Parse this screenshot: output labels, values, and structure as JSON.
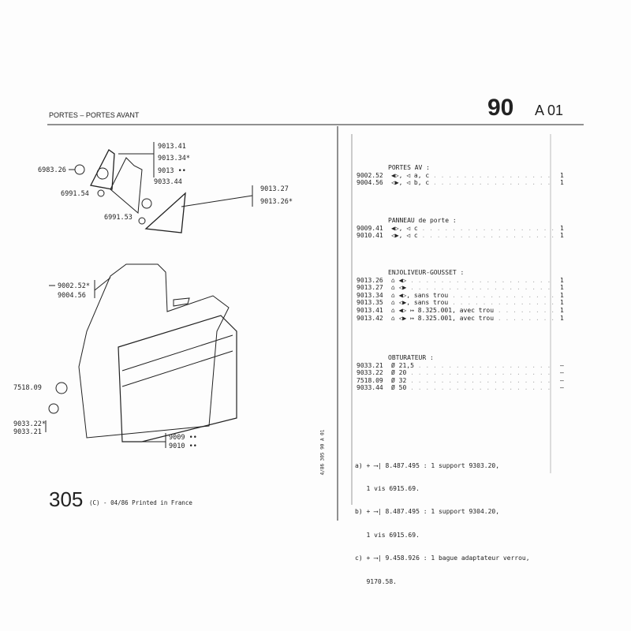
{
  "header": {
    "title": "PORTES – PORTES AVANT",
    "group": "90",
    "subgroup": "A 01"
  },
  "diagram": {
    "labels": [
      "9013.41",
      "9013.34*",
      "9013 ••",
      "6983.26",
      "9033.44",
      "6991.54",
      "6991.53",
      "9013.27",
      "9013.26*",
      "9002.52*",
      "9004.56",
      "7518.09",
      "9033.22*",
      "9033.21",
      "9009 ••",
      "9010 ••"
    ]
  },
  "sections": [
    {
      "title": "PORTES AV :",
      "rows": [
        {
          "code": "9002.52",
          "desc": "◀▷, ◁ a, c",
          "qty": "1"
        },
        {
          "code": "9004.56",
          "desc": "◁▶, ◁ b, c",
          "qty": "1"
        }
      ]
    },
    {
      "title": "PANNEAU de porte :",
      "rows": [
        {
          "code": "9009.41",
          "desc": "◀▷, ◁ c",
          "qty": "1"
        },
        {
          "code": "9010.41",
          "desc": "◁▶, ◁ c",
          "qty": "1"
        }
      ]
    },
    {
      "title": "ENJOLIVEUR-GOUSSET :",
      "rows": [
        {
          "code": "9013.26",
          "desc": "⌂ ◀▷",
          "qty": "1"
        },
        {
          "code": "9013.27",
          "desc": "⌂ ◁▶",
          "qty": "1"
        },
        {
          "code": "9013.34",
          "desc": "⌂ ◀▷, sans trou",
          "qty": "1"
        },
        {
          "code": "9013.35",
          "desc": "⌂ ◁▶, sans trou",
          "qty": "1"
        },
        {
          "code": "9013.41",
          "desc": "⌂ ◀▷ ↦ 8.325.001, avec trou",
          "qty": "1"
        },
        {
          "code": "9013.42",
          "desc": "⌂ ◁▶ ↦ 8.325.001, avec trou",
          "qty": "1"
        }
      ]
    },
    {
      "title": "OBTURATEUR :",
      "rows": [
        {
          "code": "9033.21",
          "desc": "Ø 21,5",
          "qty": "–"
        },
        {
          "code": "9033.22",
          "desc": "Ø 20",
          "qty": "–"
        },
        {
          "code": "7518.09",
          "desc": "Ø 32",
          "qty": "–"
        },
        {
          "code": "9033.44",
          "desc": "Ø 50",
          "qty": "–"
        }
      ]
    }
  ],
  "notes": [
    "a) + ⟶| 8.487.495 : 1 support 9303.20,",
    "   1 vis 6915.69.",
    "b) + ⟶| 8.487.495 : 1 support 9304.20,",
    "   1 vis 6915.69.",
    "c) + ⟶| 9.458.926 : 1 bague adaptateur verrou,",
    "   9170.58."
  ],
  "side_ref": "4/86 305 90 A 01",
  "footer": {
    "model": "305",
    "edition": "(C) - 04/86 Printed in France"
  }
}
